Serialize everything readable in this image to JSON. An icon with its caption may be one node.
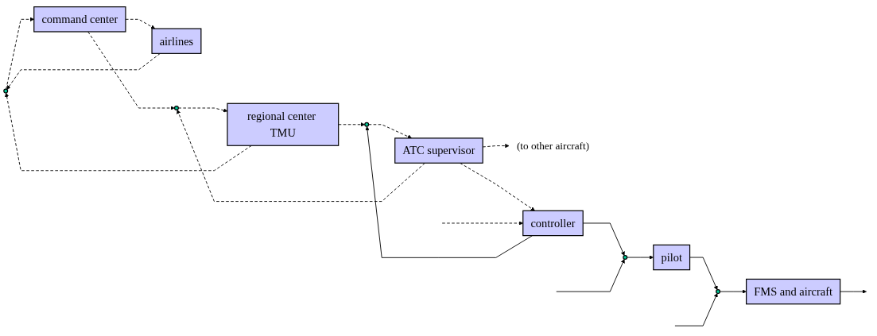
{
  "diagram": {
    "nodes": [
      {
        "text": [],
        "shape": "circle"
      },
      {
        "text": [
          "command center"
        ]
      },
      {
        "text": [],
        "shape": "circle"
      },
      {
        "text": [
          "regional center TMU"
        ]
      },
      {
        "text": [],
        "shape": "circle"
      },
      {
        "text": [
          "ATC supervisor"
        ]
      },
      {
        "text": [
          "(to other aircraft)"
        ]
      },
      {
        "text": [
          "airlines"
        ]
      },
      {
        "text": [
          "controller"
        ]
      },
      {
        "text": [],
        "shape": "circle"
      },
      {
        "text": [
          "pilot"
        ]
      },
      {
        "text": [],
        "shape": "circle"
      },
      {
        "text": [
          "FMS and aircraft"
        ]
      }
    ],
    "edges": [
      {
        "from": 0,
        "to": 1,
        "arrow": "to",
        "style": "dashed"
      },
      {
        "from": 1,
        "to": 2,
        "arrow": "to",
        "style": "dashed"
      },
      {
        "from": 1,
        "to": 7,
        "arrow": "to",
        "style": "dashed"
      },
      {
        "from": 7,
        "to": 0,
        "arrow": "to",
        "style": "dashed"
      },
      {
        "from": 2,
        "to": 3,
        "arrow": "to",
        "style": "dashed"
      },
      {
        "from": 3,
        "to": 4,
        "arrow": "to",
        "style": "dashed"
      },
      {
        "from": 3,
        "to": 0,
        "arrow": "to",
        "style": "dashed"
      },
      {
        "from": 4,
        "to": 5,
        "arrow": "to",
        "style": "dashed"
      },
      {
        "from": 5,
        "to": 6,
        "arrow": "to",
        "style": "dashed"
      },
      {
        "from": 5,
        "to": 2,
        "arrow": "to",
        "style": "dashed"
      },
      {
        "from": 5,
        "to": 8,
        "arrow": "to",
        "style": "dashed"
      },
      {
        "from": null,
        "to": 8,
        "arrow": "to",
        "style": "dashed"
      },
      {
        "from": 8,
        "to": 9,
        "arrow": "to"
      },
      {
        "from": 8,
        "to": 4,
        "arrow": "to"
      },
      {
        "from": 9,
        "to": 10,
        "arrow": "to"
      },
      {
        "from": null,
        "to": 9,
        "arrow": "to"
      },
      {
        "from": 10,
        "to": 11,
        "arrow": "to"
      },
      {
        "from": null,
        "to": 11,
        "arrow": "to"
      },
      {
        "from": 11,
        "to": 12,
        "arrow": "to"
      },
      {
        "from": 12,
        "to": null,
        "arrow": "to"
      }
    ]
  }
}
